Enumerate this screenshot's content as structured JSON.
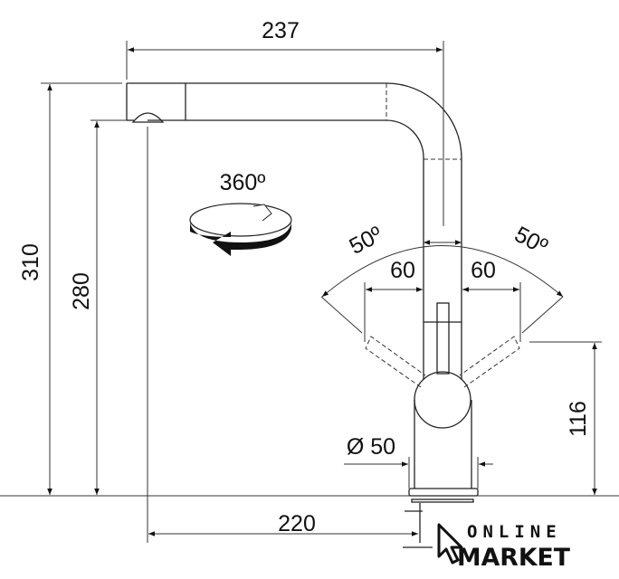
{
  "drawing": {
    "dimensions": {
      "spout_reach": "237",
      "total_height": "310",
      "spout_height": "280",
      "base_to_spout_outlet": "220",
      "lever_height": "116",
      "base_diameter": "Ø 50",
      "lever_angle_left": "50º",
      "lever_angle_right": "50º",
      "lever_offset_left": "60",
      "lever_offset_right": "60",
      "rotation": "360º"
    }
  },
  "logo": {
    "line1": "ONLINE",
    "line2": "MARKET"
  }
}
